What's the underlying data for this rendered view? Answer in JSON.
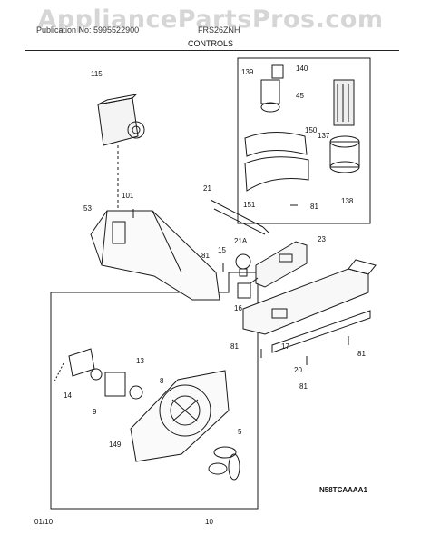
{
  "watermark": "AppliancePartsPros.com",
  "header": {
    "left": "Publication No: 5995522900",
    "right": "FRS26ZNH"
  },
  "subtitle": "CONTROLS",
  "footer": {
    "date": "01/10",
    "page": "10"
  },
  "diagram": {
    "code": "N58TCAAAA1",
    "part_numbers": [
      "115",
      "139",
      "140",
      "45",
      "137",
      "150",
      "151",
      "138",
      "81",
      "101",
      "53",
      "21",
      "21A",
      "15",
      "23",
      "81",
      "16",
      "81",
      "17",
      "81",
      "20",
      "81",
      "13",
      "8",
      "14",
      "9",
      "5",
      "149"
    ]
  }
}
